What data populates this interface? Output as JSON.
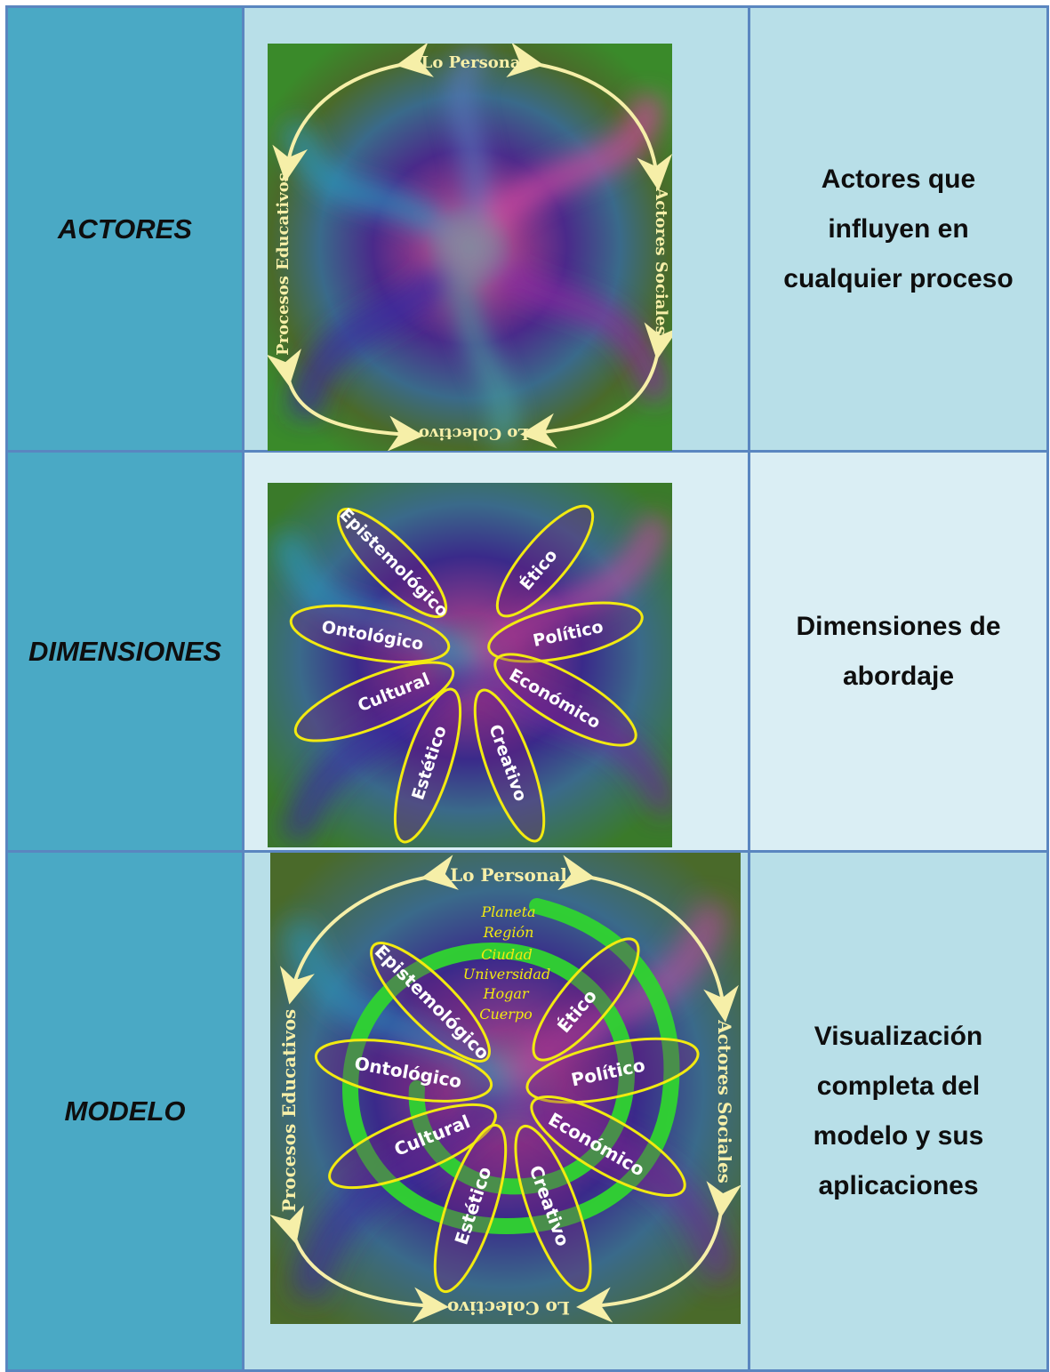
{
  "rows": [
    {
      "label": "ACTORES",
      "description": [
        "Actores que",
        "influyen en",
        "cualquier proceso"
      ],
      "figure": {
        "top": "Lo Personal",
        "right": "Actores Sociales",
        "bottom": "Lo Colectivo",
        "left": "Procesos Educativos"
      }
    },
    {
      "label": "DIMENSIONES",
      "description": [
        "Dimensiones de",
        "abordaje"
      ],
      "figure": {
        "petals": [
          "Epistemológico",
          "Ético",
          "Ontológico",
          "Político",
          "Cultural",
          "Económico",
          "Estético",
          "Creativo"
        ]
      }
    },
    {
      "label": "MODELO",
      "description": [
        "Visualización",
        "completa del",
        "modelo y sus",
        "aplicaciones"
      ],
      "figure": {
        "top": "Lo Personal",
        "right": "Actores Sociales",
        "bottom": "Lo Colectivo",
        "left": "Procesos Educativos",
        "levels": [
          "Planeta",
          "Región",
          "Ciudad",
          "Universidad",
          "Hogar",
          "Cuerpo"
        ],
        "petals": [
          "Epistemológico",
          "Ético",
          "Ontológico",
          "Político",
          "Cultural",
          "Económico",
          "Estético",
          "Creativo"
        ]
      }
    }
  ],
  "colors": {
    "label_cell": "#4aa9c5",
    "cell_light": "#b8dfe8",
    "cell_pale": "#daeef4",
    "border": "#5a86c0",
    "ring_yellow": "#f2ea10",
    "arrow_cream": "#f6efa8",
    "spiral_green": "#2fd42f"
  }
}
